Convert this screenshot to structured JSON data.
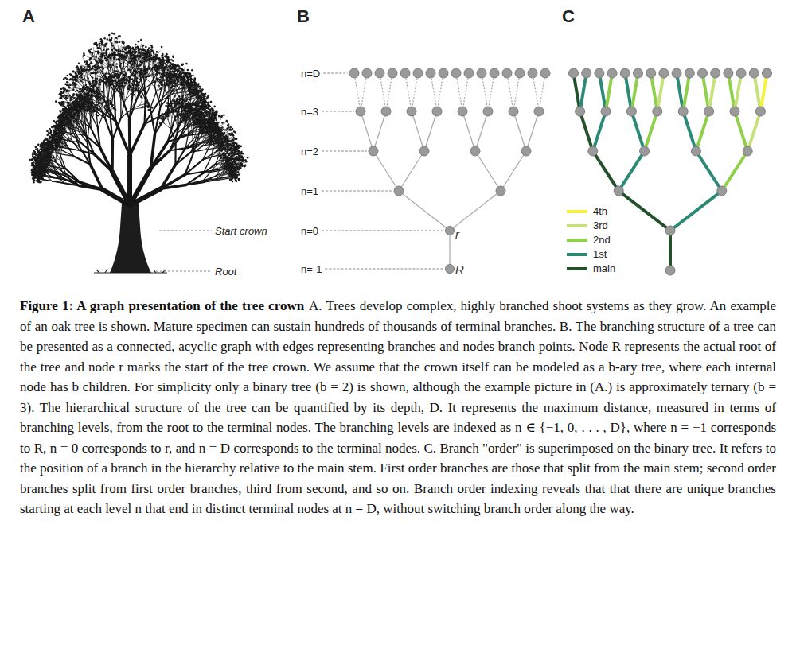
{
  "diagram": {
    "title": "Figure 1: A graph presentation of the tree crown",
    "caption": "A. Trees develop complex, highly branched shoot systems as they grow. An example of an oak tree is shown. Mature specimen can sustain hundreds of thousands of terminal branches. B. The branching structure of a tree can be presented as a connected, acyclic graph with edges representing branches and nodes branch points. Node R represents the actual root of the tree and node r marks the start of the tree crown. We assume that the crown itself can be modeled as a b-ary tree, where each internal node has b children. For simplicity only a binary tree (b = 2) is shown, although the example picture in (A.) is approximately ternary (b = 3). The hierarchical structure of the tree can be quantified by its depth, D. It represents the maximum distance, measured in terms of branching levels, from the root to the terminal nodes. The branching levels are indexed as n ∈ {−1, 0, . . . , D}, where n = −1 corresponds to R, n = 0 corresponds to r, and n = D corresponds to the terminal nodes. C. Branch \"order\" is superimposed on the binary tree. It refers to the position of a branch in the hierarchy relative to the main stem. First order branches are those that split from the main stem; second order branches split from first order branches, third from second, and so on. Branch order indexing reveals that that there are unique branches starting at each level n that end in distinct terminal nodes at n = D, without switching branch order along the way.",
    "nodes": [
      {
        "text": [
          "r"
        ]
      },
      {
        "text": [
          "R"
        ]
      }
    ],
    "edges": [
      {
        "from": 1,
        "to": 0,
        "arrow": "none"
      }
    ],
    "labels": [
      "A",
      "B",
      "C",
      "Start crown",
      "Root",
      "n=D",
      "n=3",
      "n=2",
      "n=1",
      "n=0",
      "n=-1"
    ],
    "legend": [
      {
        "text": "4th",
        "color": "#f4f23c"
      },
      {
        "text": "3rd",
        "color": "#c5e27a"
      },
      {
        "text": "2nd",
        "color": "#8fcf4a"
      },
      {
        "text": "1st",
        "color": "#2b8a76"
      },
      {
        "text": "main",
        "color": "#24502c"
      }
    ]
  }
}
